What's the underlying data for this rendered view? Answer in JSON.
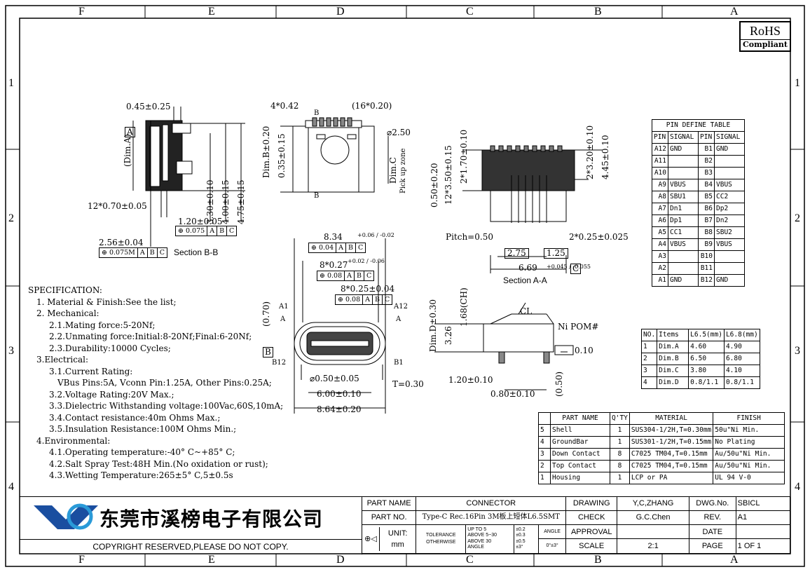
{
  "zones_top": [
    "F",
    "E",
    "D",
    "C",
    "B",
    "A"
  ],
  "zones_side": [
    "1",
    "2",
    "3",
    "4"
  ],
  "rohs": {
    "title": "RoHS",
    "sub": "Compliant"
  },
  "section_bb": {
    "d1": "0.45±0.25",
    "datum_a": "A",
    "dim_a": "(Dim.A)",
    "d2": "12*0.70±0.05",
    "d3": "3.30±0.10",
    "d4": "4.00±0.15",
    "d5": "4.75±0.15",
    "d6": "1.20±0.05",
    "fcf1": [
      "0.075",
      "A",
      "B",
      "C"
    ],
    "d7": "2.56±0.04",
    "fcf2": [
      "0.075M",
      "A",
      "B",
      "C"
    ],
    "title": "Section B-B"
  },
  "top_view": {
    "d1": "4*0.42",
    "d2": "(16*0.20)",
    "b": "B",
    "dim_b": "Dim.B±0.20",
    "d3": "0.35±0.15",
    "d4": "⌀2.50",
    "dim_c": "Dim.C",
    "pick": "Pick up zone"
  },
  "section_aa": {
    "d1": "12*3.50±0.15",
    "d2": "2*1.70±0.10",
    "d3": "0.50±0.20",
    "d4": "2*3.20±0.10",
    "d5": "4.45±0.10",
    "pitch": "Pitch=0.50",
    "d6": "2*0.25±0.025",
    "d7": "2.75",
    "d8": "1.25",
    "d9": "6.69",
    "tol": "+0.045 / -0.055",
    "datum_c": "C",
    "title": "Section A-A"
  },
  "front_view": {
    "d1": "8.34",
    "d1tol": "+0.06 / -0.02",
    "fcf1": [
      "0.04",
      "A",
      "B",
      "C"
    ],
    "d2": "8*0.27",
    "d2tol": "+0.02 / -0.06",
    "fcf2": [
      "0.08",
      "A",
      "B",
      "C"
    ],
    "d3": "8*0.25±0.04",
    "fcf3": [
      "0.08",
      "A",
      "B",
      "C"
    ],
    "d4": "(0.70)",
    "a1": "A1",
    "a12": "A12",
    "a": "A",
    "datum_b": "B",
    "b12": "B12",
    "b1": "B1",
    "d5": "⌀0.50±0.05",
    "d6": "T=0.30",
    "d7": "6.00±0.10",
    "d8": "8.64±0.20"
  },
  "side_view": {
    "dim_d": "Dim.D±0.30",
    "d1": "3.26",
    "d2": "1.68(CH)",
    "cl": "CL",
    "ni": "Ni POM#",
    "flat": "0.10",
    "d3": "1.20±0.10",
    "d4": "0.80±0.10",
    "d5": "(0.50)"
  },
  "pin_table": {
    "title": "PIN DEFINE TABLE",
    "headers": [
      "PIN",
      "SIGNAL",
      "PIN",
      "SIGNAL"
    ],
    "rows": [
      [
        "A12",
        "GND",
        "B1",
        "GND"
      ],
      [
        "A11",
        "",
        "B2",
        ""
      ],
      [
        "A10",
        "",
        "B3",
        ""
      ],
      [
        "A9",
        "VBUS",
        "B4",
        "VBUS"
      ],
      [
        "A8",
        "SBU1",
        "B5",
        "CC2"
      ],
      [
        "A7",
        "Dn1",
        "B6",
        "Dp2"
      ],
      [
        "A6",
        "Dp1",
        "B7",
        "Dn2"
      ],
      [
        "A5",
        "CC1",
        "B8",
        "SBU2"
      ],
      [
        "A4",
        "VBUS",
        "B9",
        "VBUS"
      ],
      [
        "A3",
        "",
        "B10",
        ""
      ],
      [
        "A2",
        "",
        "B11",
        ""
      ],
      [
        "A1",
        "GND",
        "B12",
        "GND"
      ]
    ]
  },
  "dim_table": {
    "headers": [
      "NO.",
      "Items",
      "L6.5(mm)",
      "L6.8(mm)"
    ],
    "rows": [
      [
        "1",
        "Dim.A",
        "4.60",
        "4.90"
      ],
      [
        "2",
        "Dim.B",
        "6.50",
        "6.80"
      ],
      [
        "3",
        "Dim.C",
        "3.80",
        "4.10"
      ],
      [
        "4",
        "Dim.D",
        "0.8/1.1",
        "0.8/1.1"
      ]
    ]
  },
  "spec": [
    "SPECIFICATION:",
    "1. Material & Finish:See the list;",
    "2. Mechanical:",
    "2.1.Mating force:5-20Nf;",
    "2.2.Unmating force:Initial:8-20Nf;Final:6-20Nf;",
    "2.3.Durability:10000 Cycles;",
    "3.Electrical:",
    "3.1.Current Rating:",
    "VBus Pins:5A, Vconn Pin:1.25A, Other Pins:0.25A;",
    "3.2.Voltage Rating:20V Max.;",
    "3.3.Dielectric Withstanding voltage:100Vac,60S,10mA;",
    "3.4.Contact resistance:40m Ohms Max.;",
    "3.5.Insulation Resistance:100M Ohms Min.;",
    "4.Environmental:",
    "4.1.Operating temperature:-40° C~+85° C;",
    "4.2.Salt Spray Test:48H Min.(No oxidation or rust);",
    "4.3.Wetting Temperature:265±5° C,5±0.5s"
  ],
  "bom": {
    "headers": [
      "",
      "PART NAME",
      "Q'TY",
      "MATERIAL",
      "FINISH"
    ],
    "rows": [
      [
        "5",
        "Shell",
        "1",
        "SUS304-1/2H,T=0.30mm",
        "50u\"Ni Min."
      ],
      [
        "4",
        "GroundBar",
        "1",
        "SUS301-1/2H,T=0.15mm",
        "No Plating"
      ],
      [
        "3",
        "Down Contact",
        "8",
        "C7025 TM04,T=0.15mm",
        "Au/50u\"Ni Min."
      ],
      [
        "2",
        "Top Contact",
        "8",
        "C7025 TM04,T=0.15mm",
        "Au/50u\"Ni Min."
      ],
      [
        "1",
        "Housing",
        "1",
        "LCP or PA",
        "UL 94 V-0"
      ]
    ]
  },
  "title_block": {
    "company": "东莞市溪榜电子有限公司",
    "copyright": "COPYRIGHT RESERVED,PLEASE DO NOT COPY.",
    "part_name_l": "PART NAME",
    "part_name": "CONNECTOR",
    "part_no_l": "PART NO.",
    "part_no": "Type-C Rec.16Pin 3M板上短体L6.5SMT",
    "unit_l": "UNIT:",
    "unit": "mm",
    "tol_l": "TOLERANCE",
    "tol_l2": "OTHERWISE",
    "tol_r1": "UP TO 5",
    "tol_r2": "ABOVE 5~30",
    "tol_r3": "ABOVE 30",
    "tol_v1": "±0.2",
    "tol_v2": "±0.3",
    "tol_v3": "±0.5",
    "angle_l": "ANGLE",
    "angle_v": "±3°",
    "angle_h": "ANGLE",
    "angle_tol": "0°±3°",
    "drawing_l": "DRAWING",
    "drawing": "Y,C,ZHANG",
    "dwg_l": "DWG.No.",
    "dwg": "SBICL",
    "check_l": "CHECK",
    "check": "G.C.Chen",
    "rev_l": "REV.",
    "rev": "A1",
    "approval_l": "APPROVAL",
    "date_l": "DATE",
    "scale_l": "SCALE",
    "scale": "2:1",
    "page_l": "PAGE",
    "page": "1 OF 1"
  }
}
